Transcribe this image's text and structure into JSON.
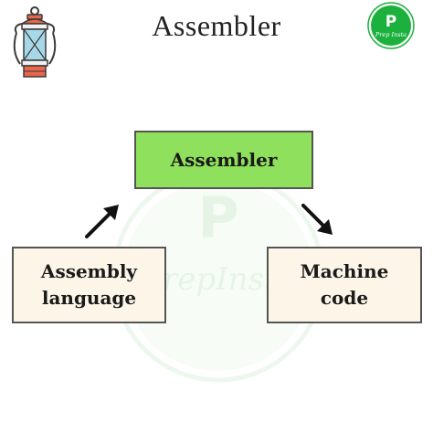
{
  "title": "Assembler",
  "diagram": {
    "top_box": "Assembler",
    "left_box": [
      "Assembly",
      "language"
    ],
    "right_box": [
      "Machine",
      "code"
    ]
  },
  "logo": {
    "letter": "P",
    "text": "Prep Insta"
  },
  "watermark": {
    "letter": "P",
    "text": "PrepInsta"
  },
  "colors": {
    "top_box_fill": "#8fe05c",
    "side_box_fill": "#fdf6e8",
    "border": "#555555",
    "logo_green": "#1bb13c",
    "watermark_green": "#d6f0d6"
  },
  "icons": {
    "lantern": "lantern-icon",
    "logo": "prepinsta-logo-icon",
    "arrows": [
      "arrow-up-right-icon",
      "arrow-down-right-icon"
    ]
  }
}
